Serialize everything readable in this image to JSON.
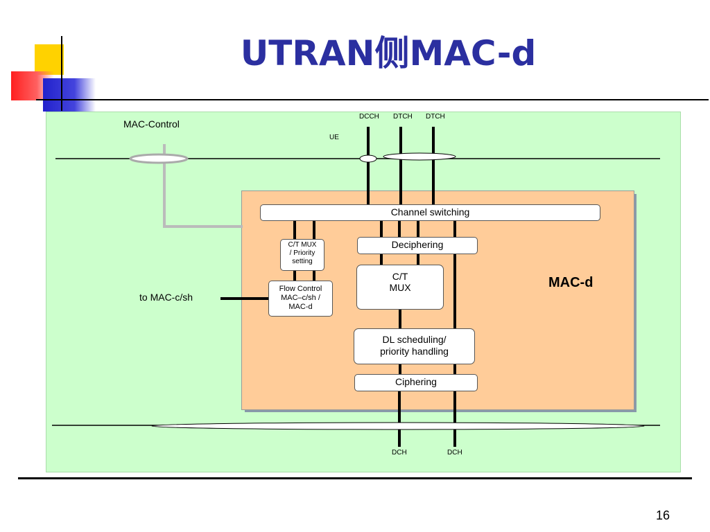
{
  "title": "UTRAN侧MAC-d",
  "slide_number": "16",
  "diagram": {
    "mac_control_label": "MAC-Control",
    "ue_label": "UE",
    "top_channels": [
      "DCCH",
      "DTCH",
      "DTCH"
    ],
    "bottom_channels": [
      "DCH",
      "DCH"
    ],
    "to_mac_label": "to MAC-c/sh",
    "mac_d_label": "MAC-d",
    "boxes": {
      "channel_switching": "Channel switching",
      "ct_mux_priority": [
        "C/T MUX",
        "/ Priority",
        "setting"
      ],
      "deciphering": "Deciphering",
      "ct_mux": [
        "C/T",
        "MUX"
      ],
      "flow_control": [
        "Flow Control",
        "MAC–c/sh /",
        "MAC-d"
      ],
      "dl_scheduling": [
        "DL scheduling/",
        "priority handling"
      ],
      "ciphering": "Ciphering"
    },
    "colors": {
      "title": "#2b2fa0",
      "background_panel": "#ccffcc",
      "mac_d_panel": "#ffcc99"
    }
  }
}
